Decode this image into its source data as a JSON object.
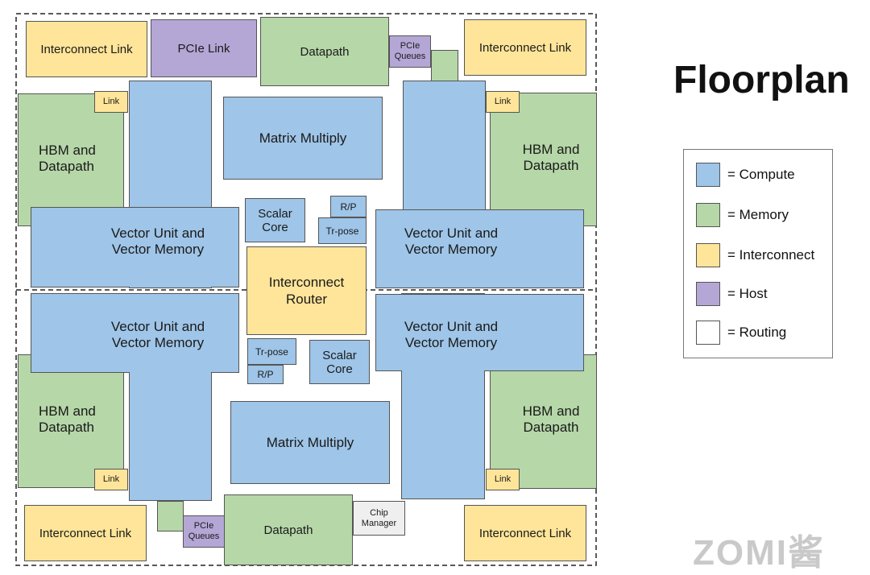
{
  "title": "Floorplan",
  "labels": {
    "interconnect_link": "Interconnect Link",
    "pcie_link": "PCIe Link",
    "datapath": "Datapath",
    "pcie_queues": "PCIe\nQueues",
    "link": "Link",
    "hbm": "HBM and\nDatapath",
    "matrix": "Matrix Multiply",
    "vector": "Vector Unit and\nVector Memory",
    "scalar": "Scalar\nCore",
    "rp": "R/P",
    "trpose": "Tr-pose",
    "router": "Interconnect\nRouter",
    "chip_manager": "Chip\nManager"
  },
  "legend": [
    {
      "label": "= Compute",
      "color": "#9fc5e8"
    },
    {
      "label": "= Memory",
      "color": "#b6d7a8"
    },
    {
      "label": "= Interconnect",
      "color": "#ffe599"
    },
    {
      "label": "= Host",
      "color": "#b4a7d6"
    },
    {
      "label": "= Routing",
      "color": "#ffffff"
    }
  ],
  "watermark": "ZOMI酱"
}
